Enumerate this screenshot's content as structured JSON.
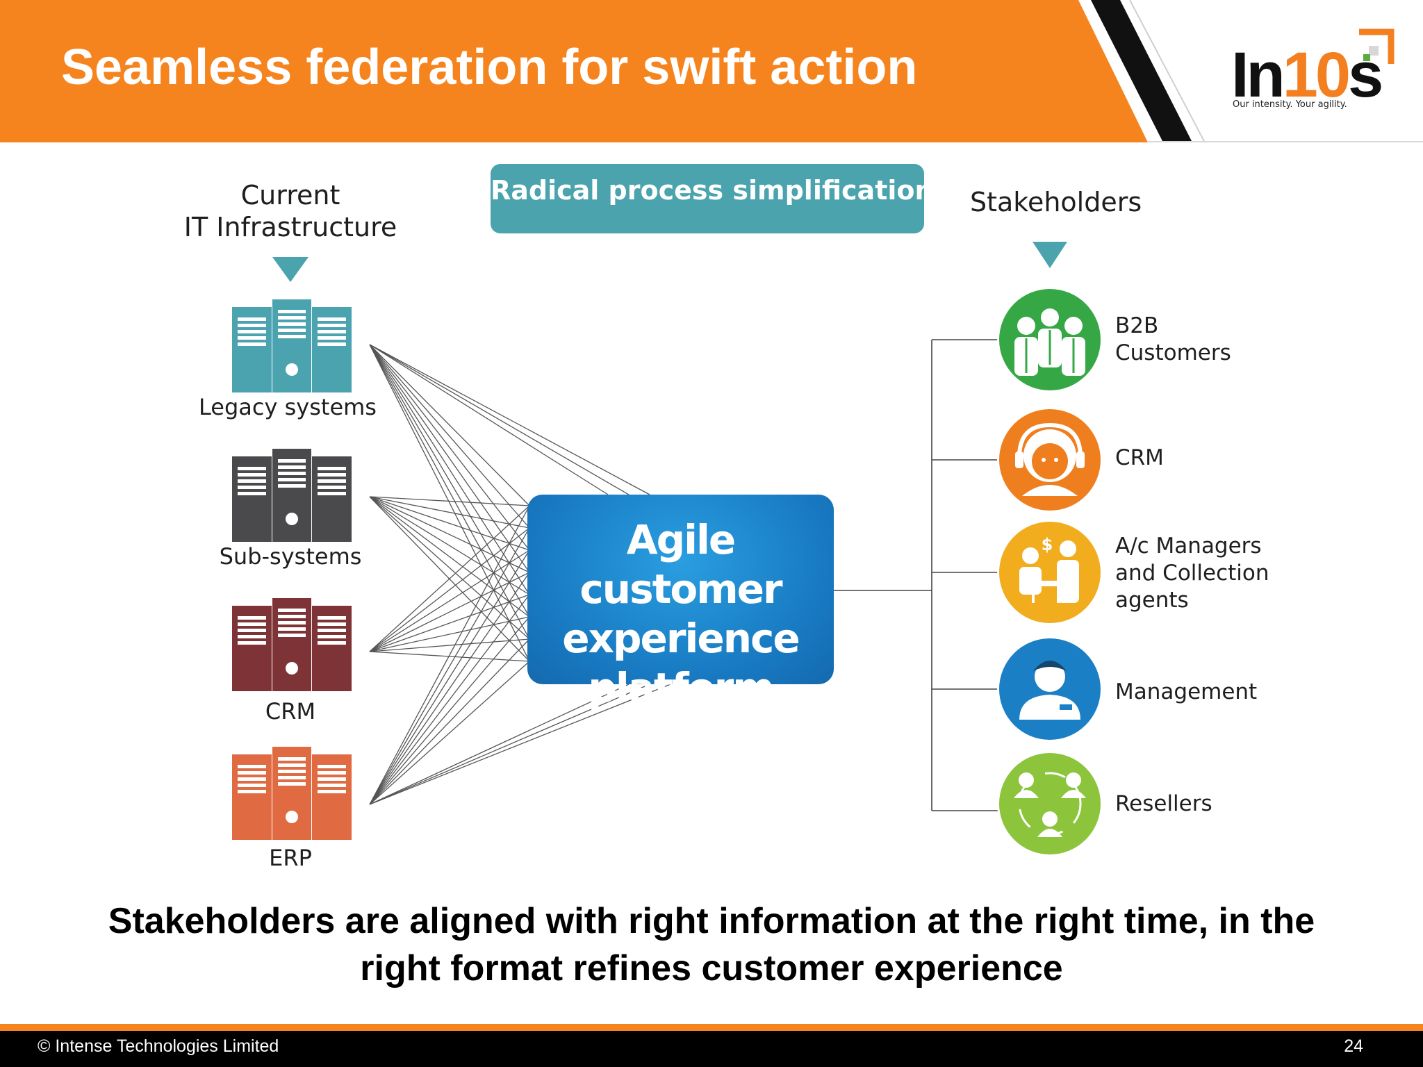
{
  "header": {
    "title": "Seamless federation for swift action",
    "background_color": "#f5841f"
  },
  "logo": {
    "text_prefix": "In",
    "text_number": "10",
    "text_suffix": "s",
    "tagline": "Our intensity. Your agility."
  },
  "diagram": {
    "banner": "Radical process simplification",
    "left_heading": [
      "Current",
      "IT Infrastructure"
    ],
    "right_heading": "Stakeholders",
    "platform": [
      "Agile customer",
      "experience",
      "platform"
    ],
    "sources": [
      {
        "label": "Legacy systems",
        "color": "#4ba3b0",
        "icon": "server-rack-icon"
      },
      {
        "label": "Sub-systems",
        "color": "#4a4a4c",
        "icon": "server-rack-icon"
      },
      {
        "label": "CRM",
        "color": "#7e3436",
        "icon": "server-rack-icon"
      },
      {
        "label": "ERP",
        "color": "#e06a42",
        "icon": "server-rack-icon"
      }
    ],
    "stakeholders": [
      {
        "lines": [
          "B2B",
          "Customers"
        ],
        "color": "#35a845",
        "icon": "business-group-icon"
      },
      {
        "lines": [
          "CRM"
        ],
        "color": "#ef7f1e",
        "icon": "headset-agent-icon"
      },
      {
        "lines": [
          "A/c Managers",
          "and Collection",
          "agents"
        ],
        "color": "#f2ad1f",
        "icon": "collection-meeting-icon"
      },
      {
        "lines": [
          "Management"
        ],
        "color": "#1b7fc6",
        "icon": "manager-icon"
      },
      {
        "lines": [
          "Resellers"
        ],
        "color": "#8cc43c",
        "icon": "reseller-network-icon"
      }
    ]
  },
  "tagline": [
    "Stakeholders are aligned with right information at the right time, in the",
    "right format refines customer experience"
  ],
  "footer": {
    "copyright": "© Intense Technologies Limited",
    "page_number": "24",
    "accent_color": "#f5841f"
  }
}
